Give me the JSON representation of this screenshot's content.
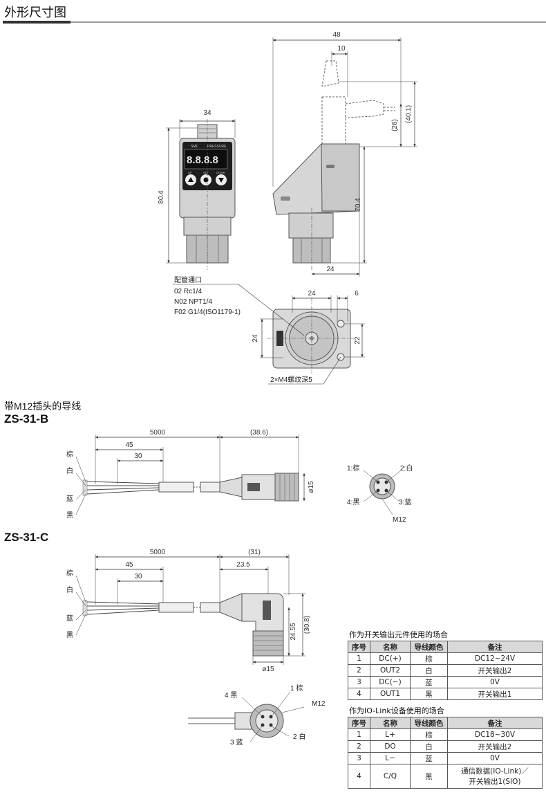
{
  "header": {
    "title": "外形尺寸图"
  },
  "dims": {
    "front_width": "34",
    "front_height": "80.4",
    "side_total": "48",
    "side_top": "10",
    "side_26": "(26)",
    "side_401": "(40.1)",
    "side_704": "70.4",
    "side_bottom": "24",
    "bot_24w": "24",
    "bot_6": "6",
    "bot_24h": "24",
    "bot_22": "22"
  },
  "port_note": {
    "title": "配管通口",
    "lines": [
      "02  Rc1/4",
      "N02  NPT1/4",
      "F02  G1/4(ISO1179-1)"
    ]
  },
  "mount_note": "2×M4螺纹深5",
  "lcd": {
    "brand": "SMC",
    "label": "PRESSURE",
    "digits": "8.8.8.8",
    "up": "UP",
    "set": "SET",
    "down": "DOWN"
  },
  "cable_section": {
    "title": "带M12插头的导线"
  },
  "zs31b": {
    "model": "ZS-31-B",
    "d_5000": "5000",
    "d_386": "(38.6)",
    "d_45": "45",
    "d_30": "30",
    "d_phi15": "ø15",
    "wires": [
      "棕",
      "白",
      "蓝",
      "黑"
    ],
    "pins": {
      "p1": "1:棕",
      "p2": "2:白",
      "p3": "3:蓝",
      "p4": "4:黑",
      "m12": "M12"
    }
  },
  "zs31c": {
    "model": "ZS-31-C",
    "d_5000": "5000",
    "d_31": "(31)",
    "d_45": "45",
    "d_235": "23.5",
    "d_30": "30",
    "d_2455": "24.55",
    "d_308": "(30.8)",
    "d_phi15": "ø15",
    "wires": [
      "棕",
      "白",
      "蓝",
      "黑"
    ],
    "pins": {
      "p4": "4 黑",
      "p1": "1 棕",
      "m12": "M12",
      "p3": "3 蓝",
      "p2": "2 白"
    }
  },
  "table_switch": {
    "caption": "作为开关输出元件使用的场合",
    "headers": [
      "序号",
      "名称",
      "导线颜色",
      "备注"
    ],
    "rows": [
      [
        "1",
        "DC(+)",
        "棕",
        "DC12~24V"
      ],
      [
        "2",
        "OUT2",
        "白",
        "开关输出2"
      ],
      [
        "3",
        "DC(−)",
        "蓝",
        "0V"
      ],
      [
        "4",
        "OUT1",
        "黑",
        "开关输出1"
      ]
    ]
  },
  "table_iolink": {
    "caption": "作为IO-Link设备使用的场合",
    "headers": [
      "序号",
      "名称",
      "导线颜色",
      "备注"
    ],
    "rows": [
      [
        "1",
        "L+",
        "棕",
        "DC18~30V"
      ],
      [
        "2",
        "DO",
        "白",
        "开关输出2"
      ],
      [
        "3",
        "L−",
        "蓝",
        "0V"
      ],
      [
        "4",
        "C/Q",
        "黑",
        "通信数据(IO-Link)／",
        "开关输出1(SIO)"
      ]
    ]
  }
}
